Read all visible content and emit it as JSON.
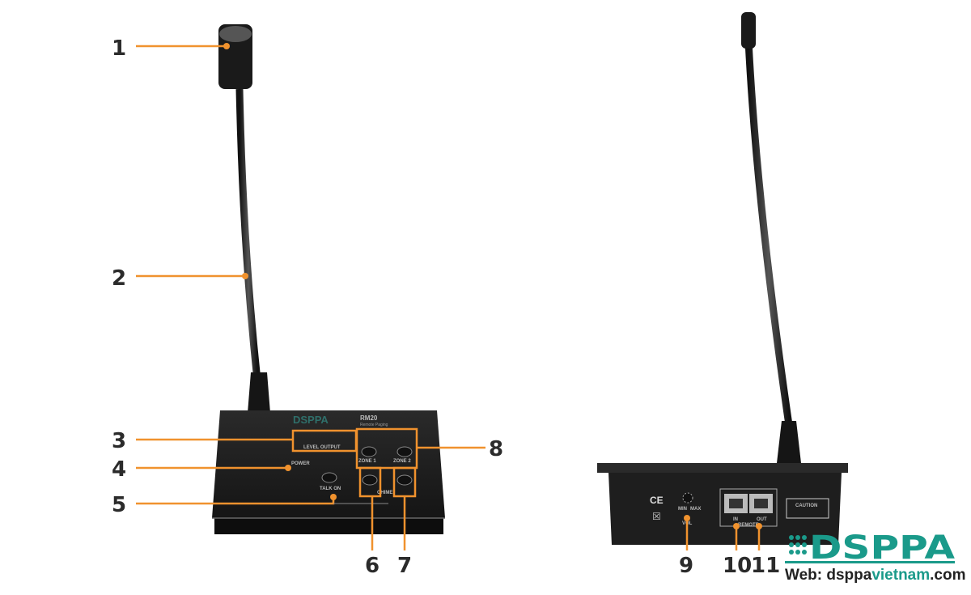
{
  "colors": {
    "callout": "#f0922e",
    "brand": "#1a9a8a",
    "device": "#1e1e1e"
  },
  "callouts": [
    "1",
    "2",
    "3",
    "4",
    "5",
    "6",
    "7",
    "8",
    "9",
    "10",
    "11"
  ],
  "front_panel": {
    "brand": "DSPPA",
    "model": "RM20",
    "subtitle": "Remote Paging",
    "level_output": "LEVEL OUTPUT",
    "power": "POWER",
    "talk_on": "TALK ON",
    "zone1": "ZONE 1",
    "zone2": "ZONE 2",
    "chime": "CHIME"
  },
  "rear_panel": {
    "ce": "CE",
    "min": "MIN",
    "max": "MAX",
    "vol": "VOL",
    "in": "IN",
    "out": "OUT",
    "remote": "REMOTE",
    "caution": "CAUTION"
  },
  "logo": {
    "text": "DSPPA",
    "web_prefix": "Web: dsppa",
    "web_highlight": "vietnam",
    "web_suffix": ".com"
  }
}
